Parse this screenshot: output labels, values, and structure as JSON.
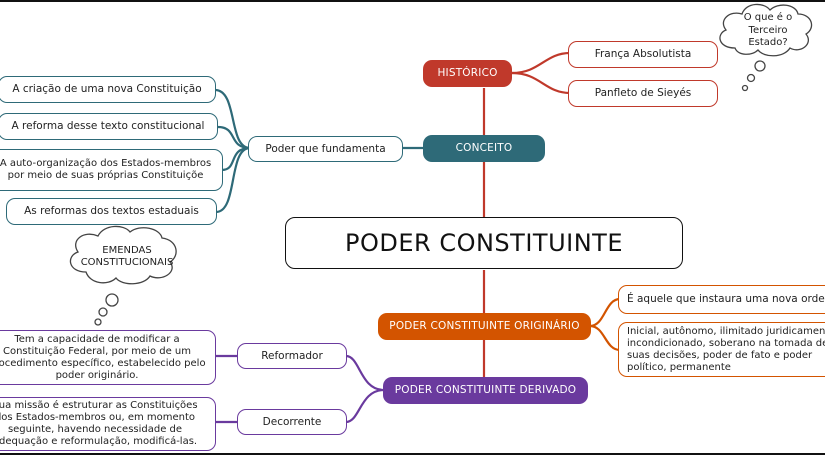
{
  "colors": {
    "historico": "#c0392b",
    "conceito": "#2e6a78",
    "originario": "#d35400",
    "derivado": "#6a3a9e",
    "central_border": "#111111"
  },
  "central": {
    "label": "PODER CONSTITUINTE"
  },
  "historico": {
    "label": "HISTÓRICO",
    "items": [
      "França Absolutista",
      "Panfleto de Sieyés"
    ],
    "thought_bubble": "O que é o Terceiro Estado?"
  },
  "conceito": {
    "label": "CONCEITO",
    "sub_label": "Poder que fundamenta",
    "items": [
      "A criação de uma nova Constituição",
      "A reforma desse texto constitucional",
      "A auto-organização dos Estados-membros por meio de suas próprias Constituiçõe",
      "As reformas dos textos estaduais"
    ]
  },
  "originario": {
    "label": "PODER CONSTITUINTE ORIGINÁRIO",
    "items": [
      "É aquele que instaura uma nova ordem",
      "Inicial, autônomo, ilimitado juridicamente, incondicionado, soberano na tomada de suas decisões, poder de fato e poder político, permanente"
    ]
  },
  "derivado": {
    "label": "PODER CONSTITUINTE DERIVADO",
    "thought_bubble": "EMENDAS CONSTITUCIONAIS",
    "reformador": {
      "label": "Reformador",
      "text": "Tem a capacidade de modificar a Constituição Federal, por meio de um procedimento específico, estabelecido pelo poder originário."
    },
    "decorrente": {
      "label": "Decorrente",
      "text": "Sua missão é estruturar as Constituições dos Estados-membros ou, em momento seguinte, havendo necessidade de adequação e reformulação, modificá-las."
    }
  }
}
